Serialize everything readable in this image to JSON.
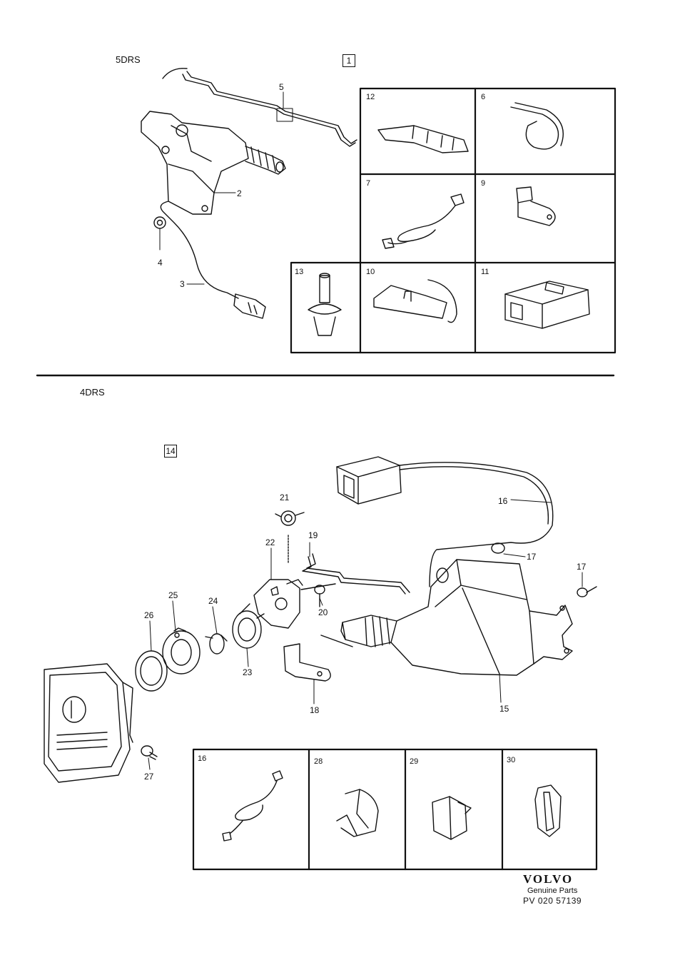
{
  "sections": {
    "top": {
      "label": "5DRS",
      "ref_box": "1"
    },
    "bottom": {
      "label": "4DRS",
      "ref_box": "14"
    }
  },
  "top_grid": {
    "cells": [
      "12",
      "6",
      "7",
      "9",
      "13",
      "10",
      "11"
    ]
  },
  "top_callouts": [
    "5",
    "2",
    "4",
    "3"
  ],
  "bottom_callouts": [
    "21",
    "19",
    "22",
    "16",
    "17",
    "17",
    "25",
    "24",
    "20",
    "26",
    "23",
    "18",
    "15",
    "27"
  ],
  "bottom_grid": {
    "cells": [
      "16",
      "28",
      "29",
      "30"
    ]
  },
  "footer": {
    "brand": "VOLVO",
    "tagline": "Genuine Parts",
    "code": "PV 020  57139"
  }
}
